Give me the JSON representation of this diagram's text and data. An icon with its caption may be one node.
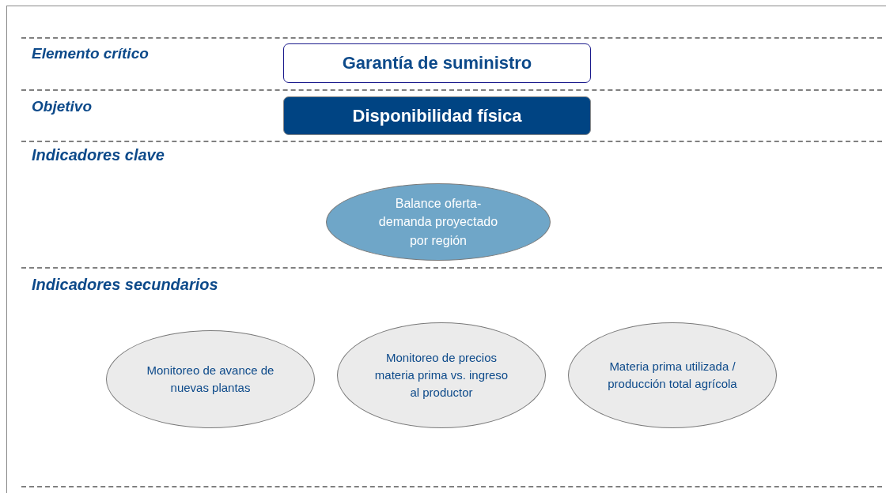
{
  "diagram": {
    "nodes": [
      {
        "text": [
          "Garantía de suministro"
        ]
      },
      {
        "text": [
          "Disponibilidad física"
        ]
      },
      {
        "text": [
          "Balance oferta-demanda proyectado por región"
        ]
      },
      {
        "text": [
          "Monitoreo de avance de nuevas plantas"
        ]
      },
      {
        "text": [
          "Monitoreo de precios materia prima vs. ingreso al productor"
        ]
      },
      {
        "text": [
          "Materia prima utilizada / producción total agrícola"
        ]
      }
    ],
    "labels": [
      "Elemento crítico",
      "Objetivo",
      "Indicadores clave",
      "Indicadores secundarios"
    ]
  }
}
